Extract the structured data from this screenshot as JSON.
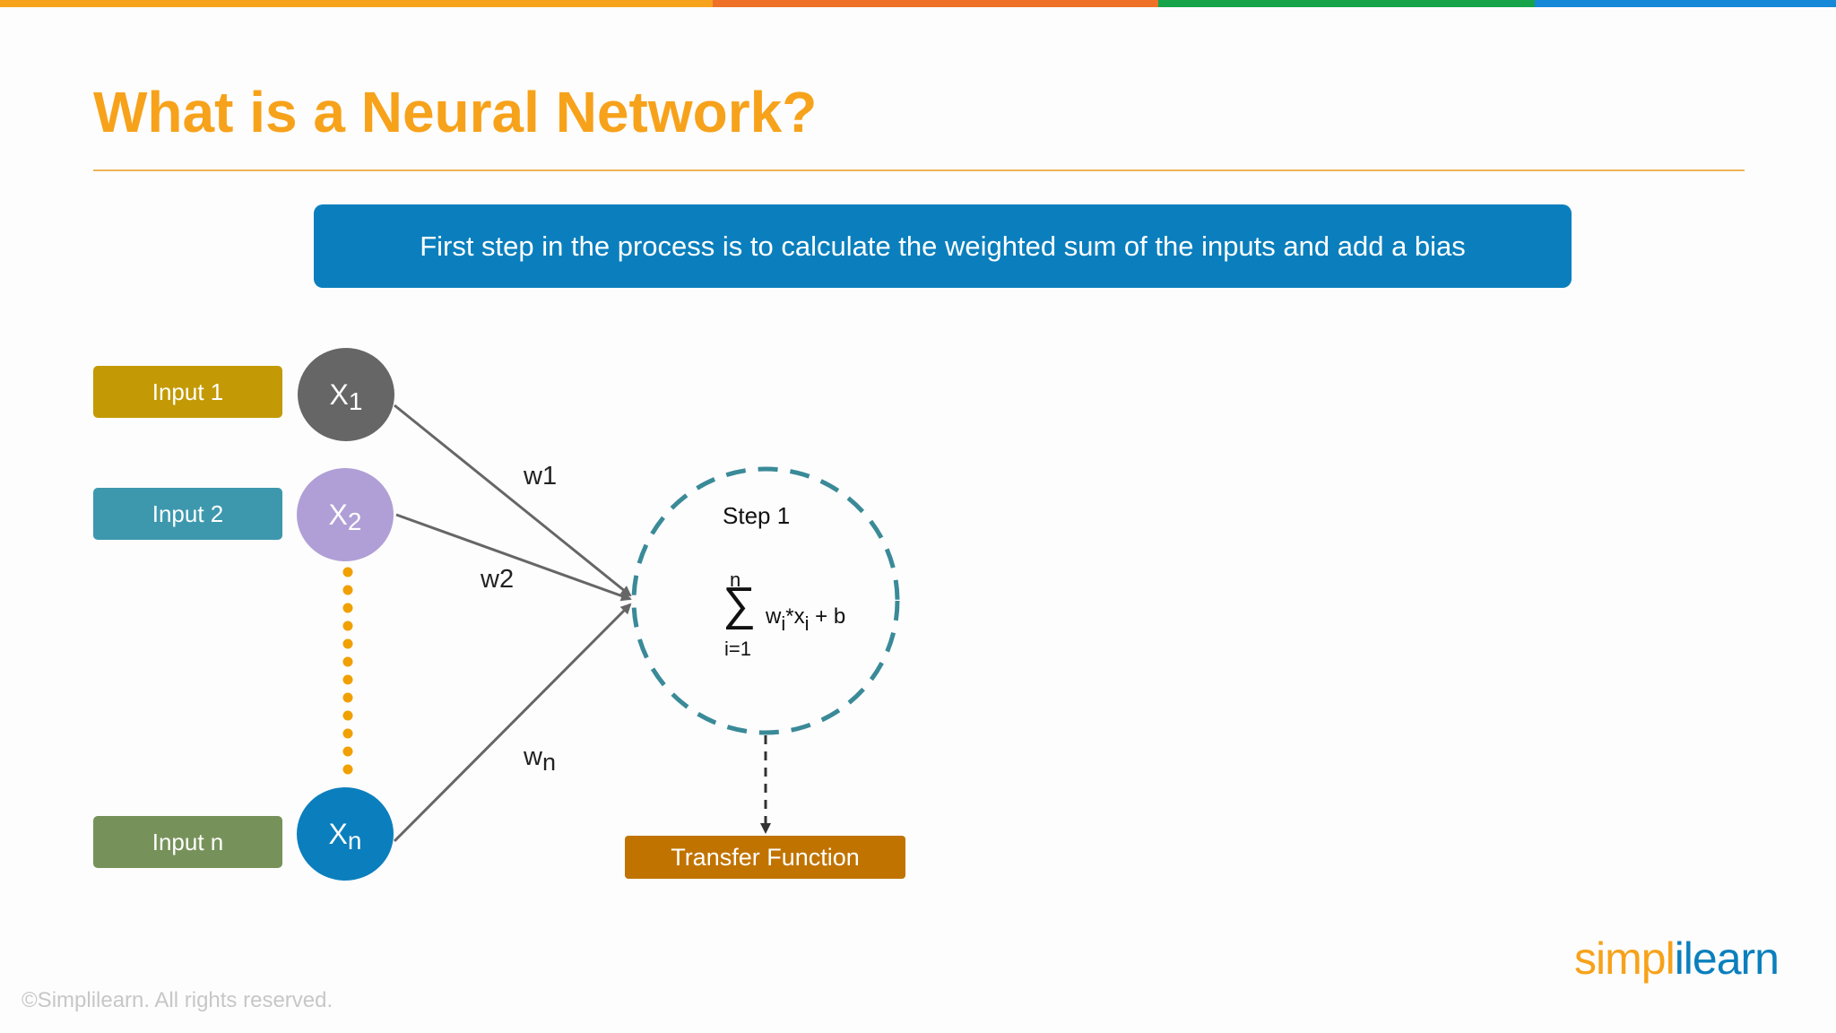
{
  "colors": {
    "topbar": [
      "#f7a21b",
      "#ee7127",
      "#16a34a",
      "#1588d8"
    ],
    "title": "#f7a21b",
    "banner": "#0b7fbd",
    "input1": "#c39a05",
    "input2": "#3d98ae",
    "inputn": "#76925a",
    "x1": "#666666",
    "x2": "#b09fd6",
    "xn": "#0b7fbd",
    "dots": "#f0a000",
    "circle": "#3a8a98",
    "transfer": "#c17300"
  },
  "title": "What is a Neural Network?",
  "banner_text": "First step in the process is to calculate the weighted sum of the inputs and add a bias",
  "inputs": [
    {
      "label": "Input 1",
      "node_base": "X",
      "node_sub": "1"
    },
    {
      "label": "Input 2",
      "node_base": "X",
      "node_sub": "2"
    },
    {
      "label": "Input n",
      "node_base": "X",
      "node_sub": "n"
    }
  ],
  "weights": {
    "w1": "w1",
    "w2": "w2",
    "wn_base": "w",
    "wn_sub": "n"
  },
  "step": {
    "label": "Step 1",
    "sum_upper": "n",
    "sigma": "∑",
    "sum_lower": "i=1",
    "expr_w": "w",
    "expr_w_sub": "i",
    "expr_times": "*x",
    "expr_x_sub": "i",
    "expr_bias": "+ b"
  },
  "transfer_label": "Transfer Function",
  "footer": {
    "copyright": "©Simplilearn. All rights reserved.",
    "logo_part1": "simpl",
    "logo_part2": "ilearn"
  }
}
